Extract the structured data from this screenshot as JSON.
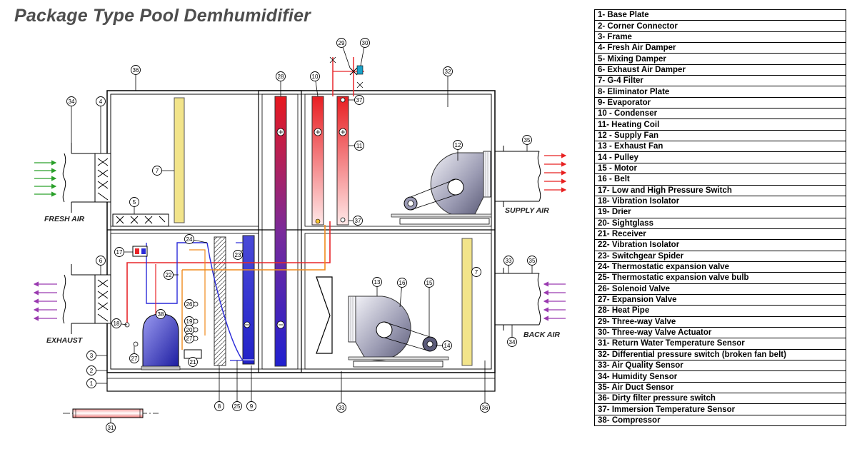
{
  "title": "Package Type Pool Demhumidifier",
  "labels": {
    "fresh_air": "FRESH AIR",
    "exhaust": "EXHAUST",
    "supply_air": "SUPPLY AIR",
    "back_air": "BACK AIR"
  },
  "legend": [
    "1- Base Plate",
    "2- Corner Connector",
    "3- Frame",
    "4- Fresh Air Damper",
    "5- Mixing Damper",
    "6- Exhaust Air Damper",
    "7- G-4 Filter",
    "8- Eliminator Plate",
    "9- Evaporator",
    "10 - Condenser",
    "11- Heating Coil",
    "12 - Supply Fan",
    "13 - Exhaust Fan",
    "14 - Pulley",
    "15 - Motor",
    "16 - Belt",
    "17- Low and High Pressure Switch",
    "18- Vibration Isolator",
    "19- Drier",
    "20- Sightglass",
    "21- Receiver",
    "22- Vibration Isolator",
    "23- Switchgear Spider",
    "24- Thermostatic expansion valve",
    "25- Thermostatic expansion valve bulb",
    "26- Solenoid Valve",
    "27- Expansion Valve",
    "28- Heat Pipe",
    "29- Three-way Valve",
    "30- Three-way Valve Actuator",
    "31- Return Water Temperature Sensor",
    "32-  Differential pressure switch (broken fan belt)",
    "33- Air Quality Sensor",
    "34- Humidity Sensor",
    "35- Air Duct Sensor",
    "36- Dirty filter pressure switch",
    "37- Immersion Temperature Sensor",
    "38- Compressor"
  ],
  "callouts": [
    "36",
    "4",
    "34",
    "7",
    "5",
    "6",
    "17",
    "24",
    "22",
    "18",
    "27",
    "38",
    "26",
    "19",
    "20",
    "27",
    "21",
    "3",
    "2",
    "1",
    "8",
    "25",
    "9",
    "23",
    "28",
    "10",
    "11",
    "37",
    "37",
    "29",
    "30",
    "32",
    "12",
    "35",
    "13",
    "16",
    "15",
    "14",
    "7",
    "33",
    "35",
    "34",
    "36",
    "33",
    "31"
  ],
  "colors": {
    "hot_pipe": "#e8262a",
    "cold_pipe": "#2a2ad8",
    "orange_pipe": "#f08a1c",
    "arrow_fresh": "#2aa02a",
    "arrow_supply": "#e82020",
    "arrow_exhaust": "#9a3ab0",
    "filter": "#f2e48a",
    "fan": "#7c7c96"
  }
}
